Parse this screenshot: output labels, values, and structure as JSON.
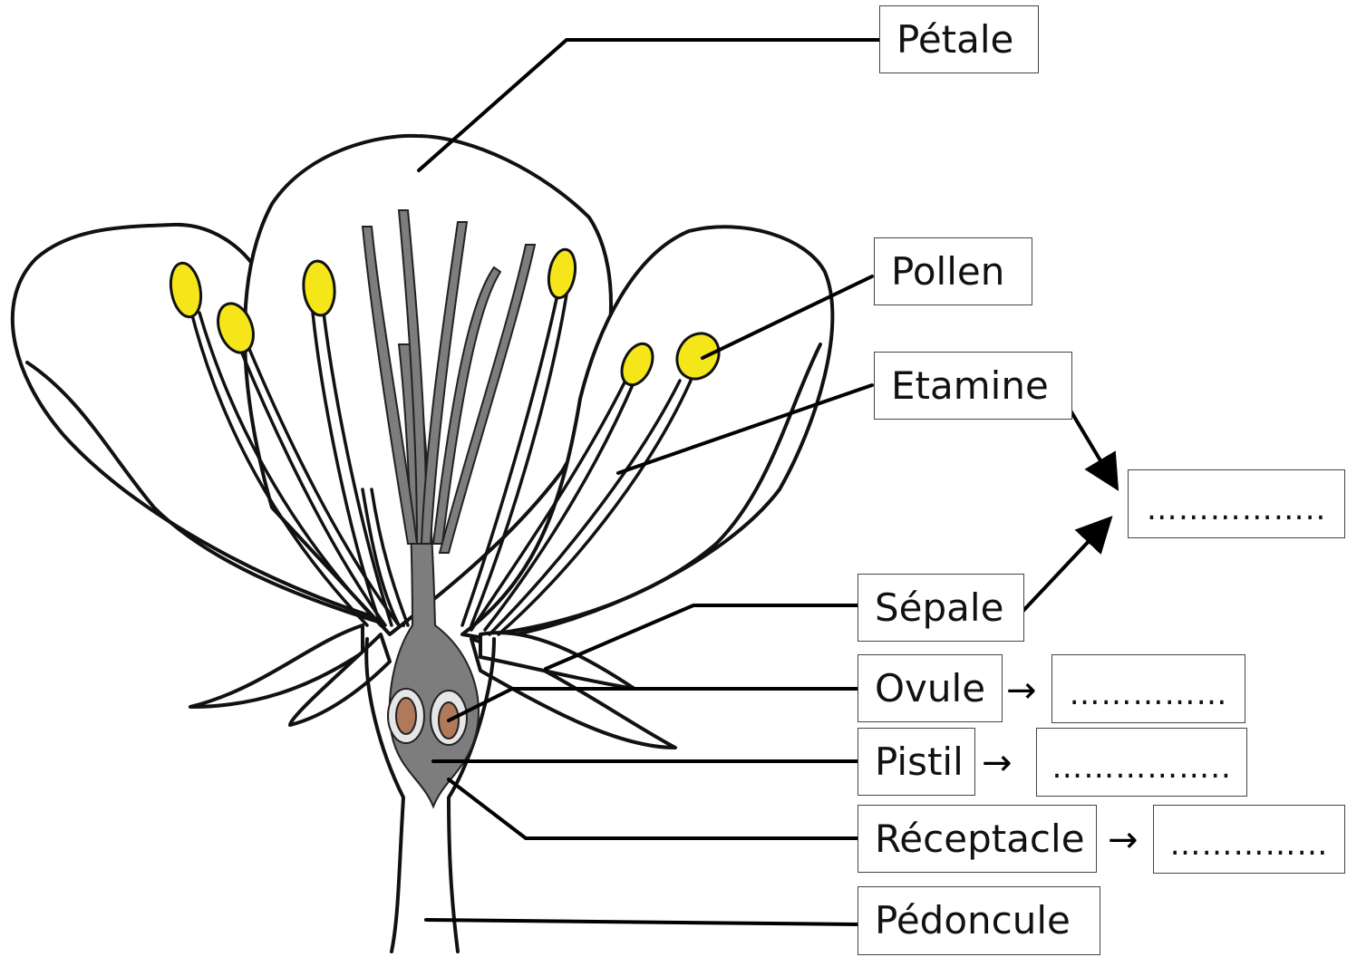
{
  "labels": {
    "petale": "Pétale",
    "pollen": "Pollen",
    "etamine": "Etamine",
    "sepale": "Sépale",
    "ovule": "Ovule",
    "pistil": "Pistil",
    "receptacle": "Réceptacle",
    "pedoncule": "Pédoncule"
  },
  "blanks": {
    "right": "……………..",
    "ovule": "……………",
    "pistil": "……………..",
    "receptacle": "……………"
  },
  "arrows": {
    "ovule": "→",
    "pistil": "→",
    "receptacle": "→"
  },
  "colors": {
    "anther": "#f5e61a",
    "pistil": "#7d7d7d",
    "ovule": "#b07a5a",
    "outline": "#111111"
  }
}
